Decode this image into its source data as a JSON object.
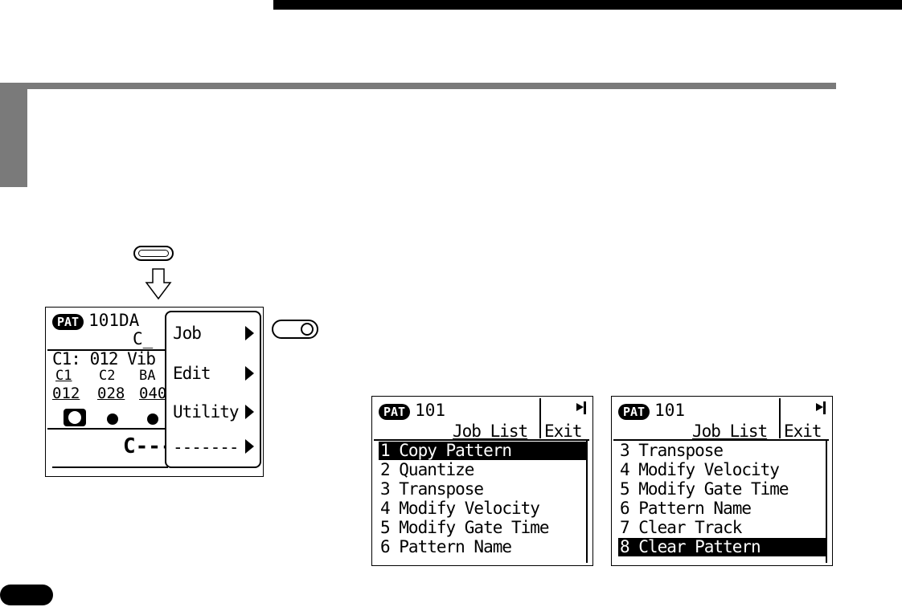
{
  "left_lcd": {
    "badge": "PAT",
    "pattern_number": "101DA",
    "mode_label": "C_",
    "track_info": "C1: 012 Vib",
    "tracks": [
      "C1",
      "C2",
      "BA"
    ],
    "track_values": [
      "012",
      "028",
      "040"
    ],
    "bottom_label": "C---",
    "popup_menu": [
      {
        "label": "Job"
      },
      {
        "label": "Edit"
      },
      {
        "label": "Utility"
      },
      {
        "label": "-------"
      }
    ]
  },
  "job_list_screens": [
    {
      "badge": "PAT",
      "pattern_number": "101",
      "title": "Job List",
      "exit_label": "Exit",
      "items": [
        "1 Copy Pattern",
        "2 Quantize",
        "3 Transpose",
        "4 Modify Velocity",
        "5 Modify Gate Time",
        "6 Pattern Name"
      ],
      "selected_index": 0
    },
    {
      "badge": "PAT",
      "pattern_number": "101",
      "title": "Job List",
      "exit_label": "Exit",
      "items": [
        "3 Transpose",
        "4 Modify Velocity",
        "5 Modify Gate Time",
        "6 Pattern Name",
        "7 Clear Track",
        "8 Clear Pattern"
      ],
      "selected_index": 5
    }
  ],
  "icons": {
    "down_arrow": "down-arrow-icon",
    "menu_arrow": "triangle-right-icon",
    "flag": "flag-icon"
  },
  "colors": {
    "rule_gray": "#7a7a7a",
    "lcd_ink": "#000000"
  }
}
